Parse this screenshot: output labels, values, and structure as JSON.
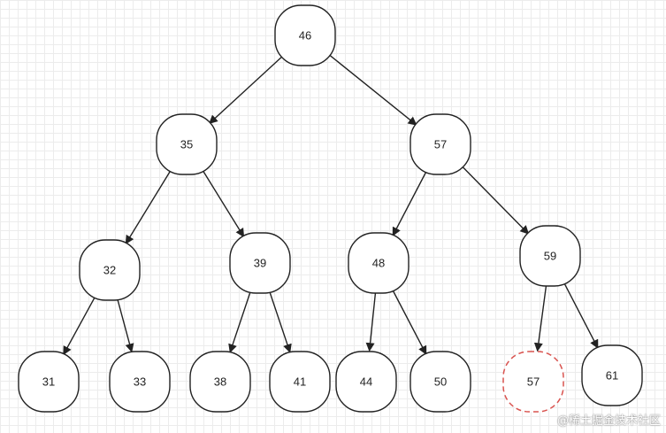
{
  "diagram": {
    "nodes": [
      {
        "id": "n46",
        "label": "46",
        "style": "solid"
      },
      {
        "id": "n35",
        "label": "35",
        "style": "solid"
      },
      {
        "id": "n57",
        "label": "57",
        "style": "solid"
      },
      {
        "id": "n32",
        "label": "32",
        "style": "solid"
      },
      {
        "id": "n39",
        "label": "39",
        "style": "solid"
      },
      {
        "id": "n48",
        "label": "48",
        "style": "solid"
      },
      {
        "id": "n59",
        "label": "59",
        "style": "solid"
      },
      {
        "id": "n31",
        "label": "31",
        "style": "solid"
      },
      {
        "id": "n33",
        "label": "33",
        "style": "solid"
      },
      {
        "id": "n38",
        "label": "38",
        "style": "solid"
      },
      {
        "id": "n41",
        "label": "41",
        "style": "solid"
      },
      {
        "id": "n44",
        "label": "44",
        "style": "solid"
      },
      {
        "id": "n50",
        "label": "50",
        "style": "solid"
      },
      {
        "id": "n57b",
        "label": "57",
        "style": "dashed"
      },
      {
        "id": "n61",
        "label": "61",
        "style": "solid"
      }
    ],
    "edges": [
      {
        "from": "n46",
        "to": "n35"
      },
      {
        "from": "n46",
        "to": "n57"
      },
      {
        "from": "n35",
        "to": "n32"
      },
      {
        "from": "n35",
        "to": "n39"
      },
      {
        "from": "n57",
        "to": "n48"
      },
      {
        "from": "n57",
        "to": "n59"
      },
      {
        "from": "n32",
        "to": "n31"
      },
      {
        "from": "n32",
        "to": "n33"
      },
      {
        "from": "n39",
        "to": "n38"
      },
      {
        "from": "n39",
        "to": "n41"
      },
      {
        "from": "n48",
        "to": "n44"
      },
      {
        "from": "n48",
        "to": "n50"
      },
      {
        "from": "n59",
        "to": "n57b"
      },
      {
        "from": "n59",
        "to": "n61"
      }
    ],
    "colors": {
      "node_stroke": "#222222",
      "highlight_stroke": "#d9534f",
      "edge": "#222222",
      "text": "#222222"
    }
  },
  "watermark": {
    "text": "@稀土掘金技术社区"
  }
}
